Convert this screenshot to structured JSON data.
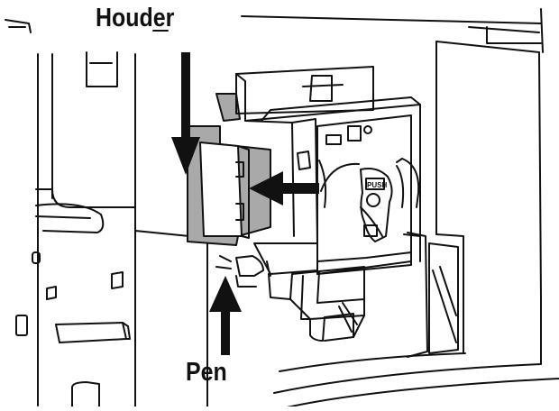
{
  "labels": {
    "holder": "Houder",
    "pin": "Pen"
  },
  "part_text": {
    "push": "PUSH"
  },
  "colors": {
    "line": "#111111",
    "shade": "#a9a9a9",
    "background": "#ffffff"
  },
  "icons": [
    "down-arrow",
    "left-arrow",
    "up-arrow"
  ]
}
